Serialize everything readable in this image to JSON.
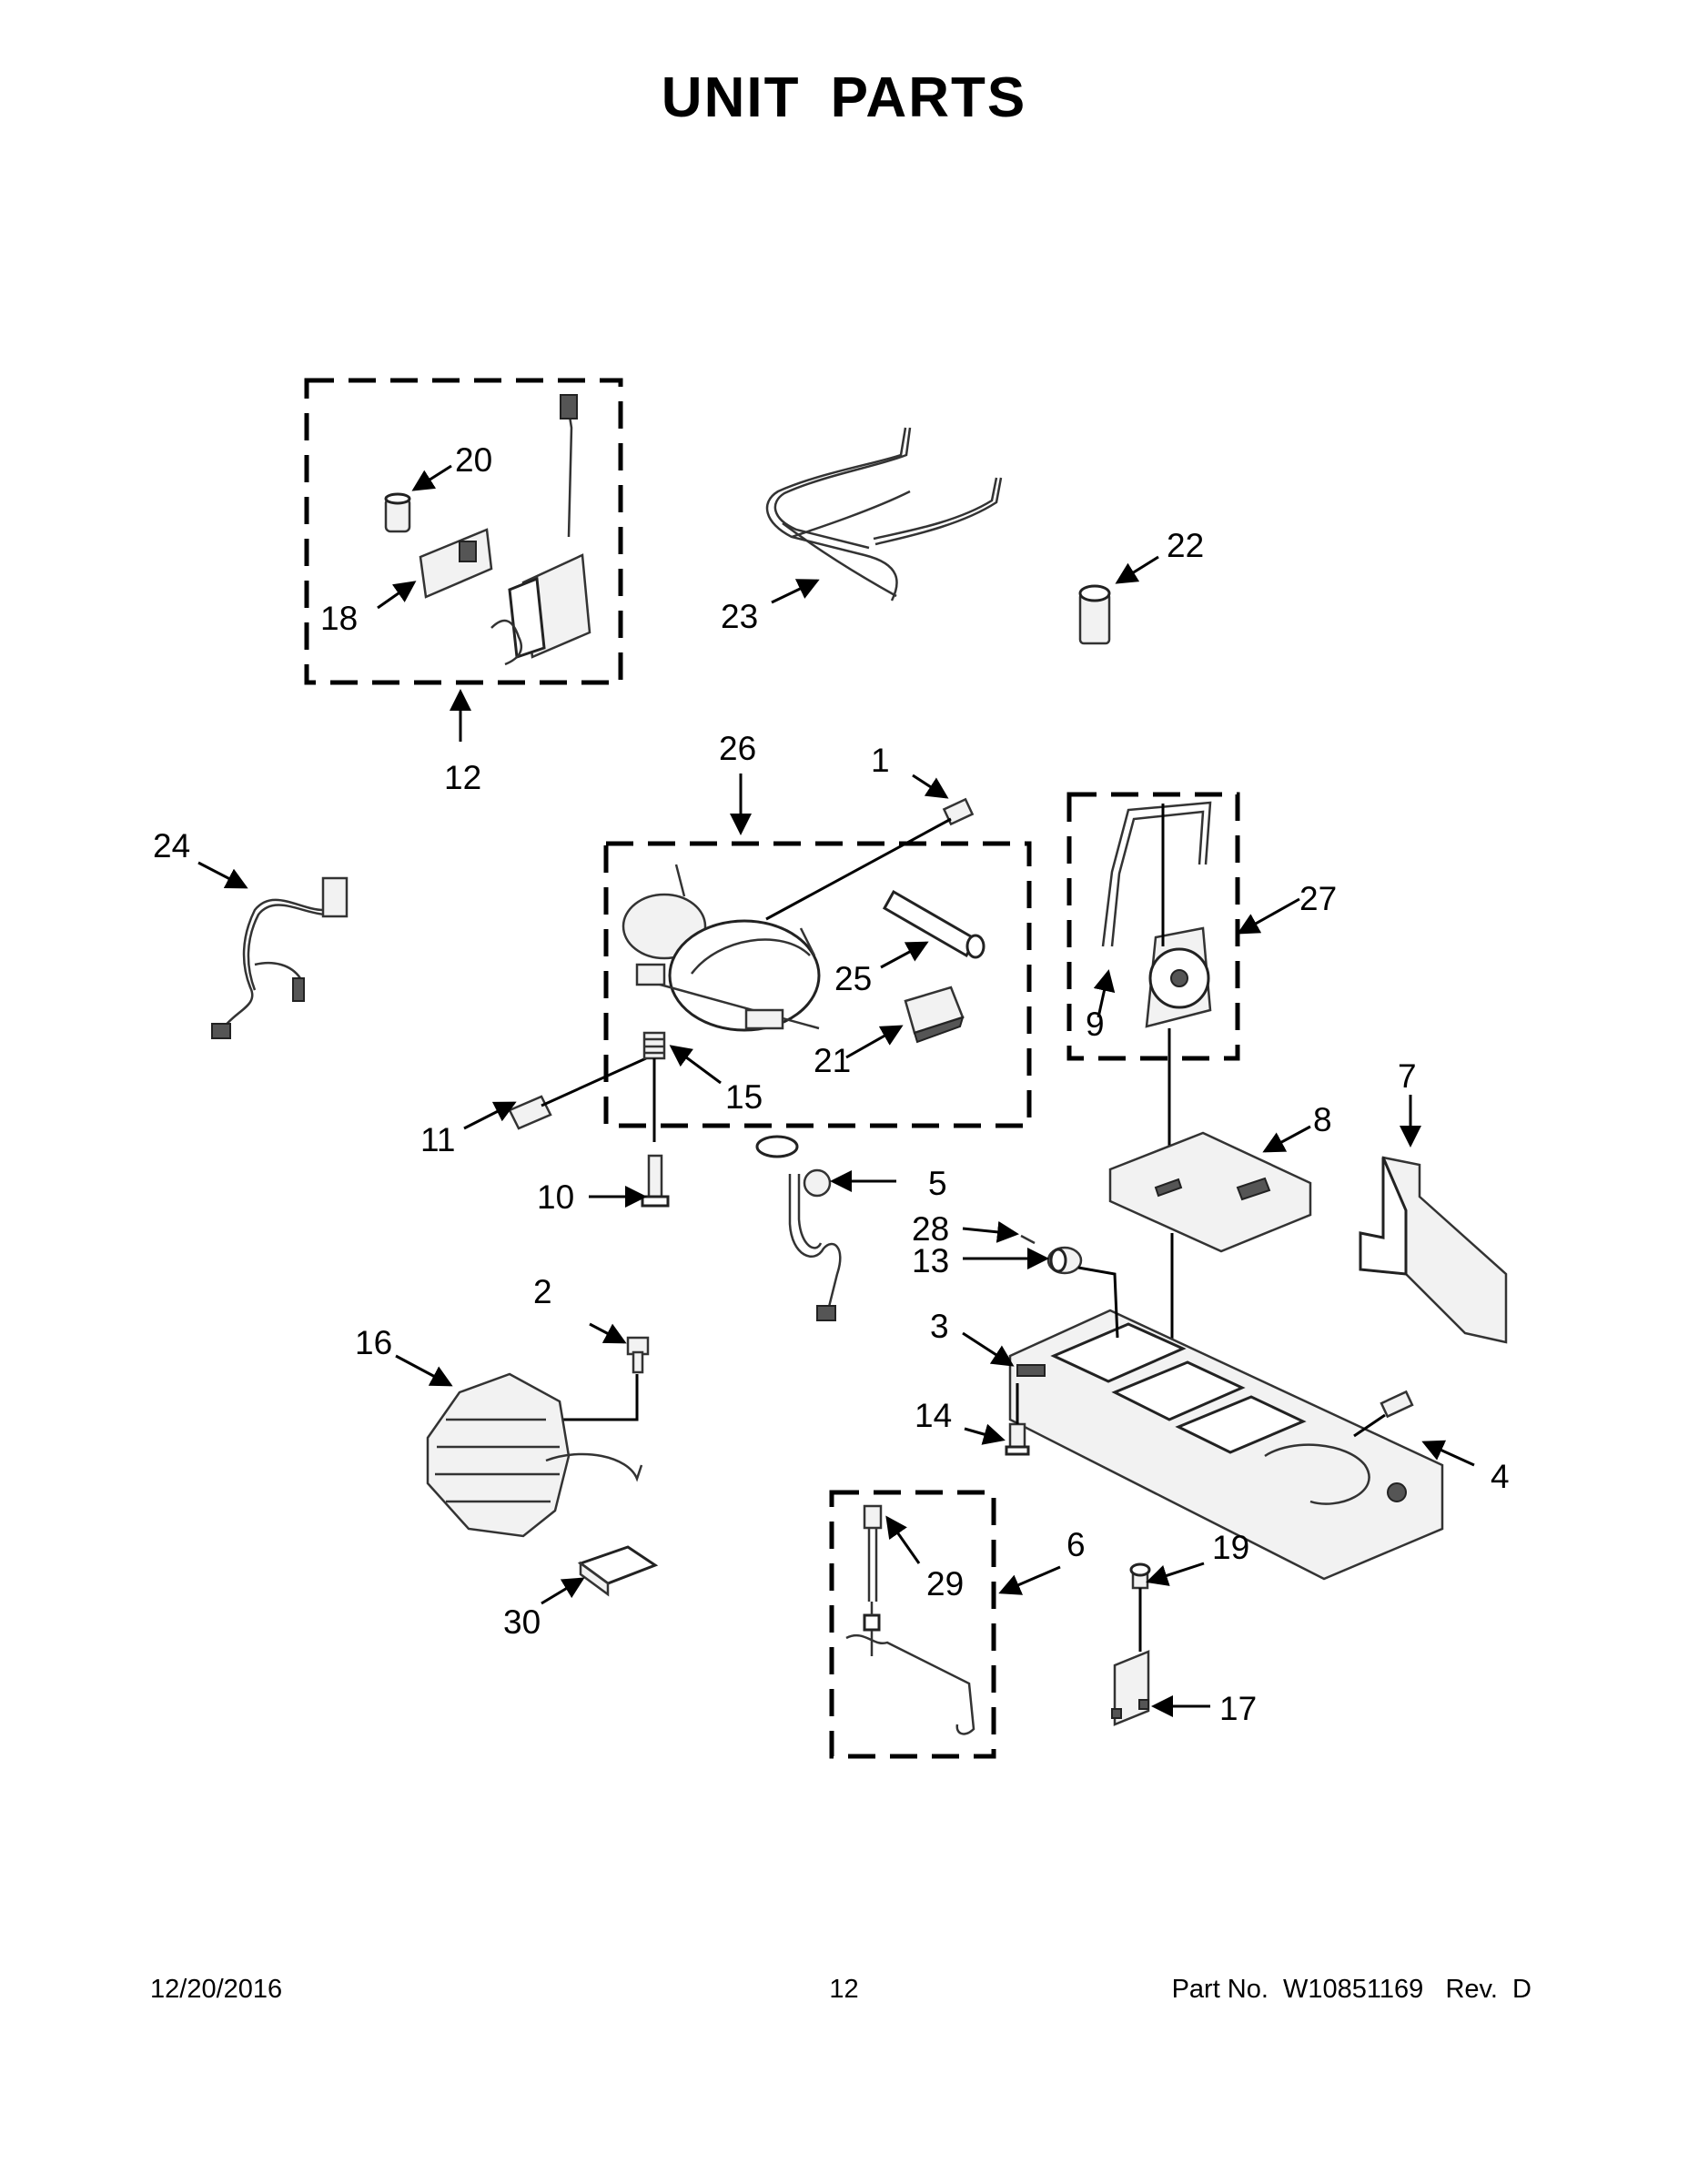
{
  "page": {
    "title": "UNIT  PARTS"
  },
  "callouts": [
    {
      "id": "c1",
      "label": "1"
    },
    {
      "id": "c2",
      "label": "2"
    },
    {
      "id": "c3",
      "label": "3"
    },
    {
      "id": "c4",
      "label": "4"
    },
    {
      "id": "c5",
      "label": "5"
    },
    {
      "id": "c6",
      "label": "6"
    },
    {
      "id": "c7",
      "label": "7"
    },
    {
      "id": "c8",
      "label": "8"
    },
    {
      "id": "c9",
      "label": "9"
    },
    {
      "id": "c10",
      "label": "10"
    },
    {
      "id": "c11",
      "label": "11"
    },
    {
      "id": "c12",
      "label": "12"
    },
    {
      "id": "c13",
      "label": "13"
    },
    {
      "id": "c14",
      "label": "14"
    },
    {
      "id": "c15",
      "label": "15"
    },
    {
      "id": "c16",
      "label": "16"
    },
    {
      "id": "c17",
      "label": "17"
    },
    {
      "id": "c18",
      "label": "18"
    },
    {
      "id": "c19",
      "label": "19"
    },
    {
      "id": "c20",
      "label": "20"
    },
    {
      "id": "c21",
      "label": "21"
    },
    {
      "id": "c22",
      "label": "22"
    },
    {
      "id": "c23",
      "label": "23"
    },
    {
      "id": "c24",
      "label": "24"
    },
    {
      "id": "c25",
      "label": "25"
    },
    {
      "id": "c26",
      "label": "26"
    },
    {
      "id": "c27",
      "label": "27"
    },
    {
      "id": "c28",
      "label": "28"
    },
    {
      "id": "c29",
      "label": "29"
    },
    {
      "id": "c30",
      "label": "30"
    }
  ],
  "footer": {
    "date": "12/20/2016",
    "page_number": "12",
    "part_number": "Part No.  W10851169   Rev.  D"
  }
}
